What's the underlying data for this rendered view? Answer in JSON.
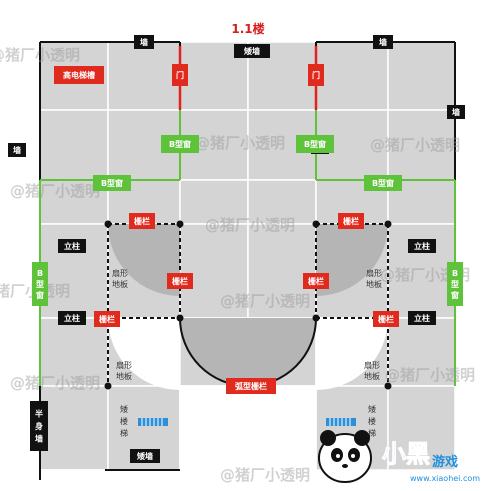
{
  "title": "1.1楼",
  "colors": {
    "floor": "#d4d4d4",
    "floor_light": "#ececec",
    "grid": "#ffffff",
    "dark_wall": "#111111",
    "green_wall": "#5ec33b",
    "red_wall": "#e02222",
    "sector": "#b0b0b0",
    "title_red": "#d81e1e",
    "black_tag": "#111111",
    "red_tag": "#e12a1e",
    "green_tag": "#5ec33b",
    "stair_blue": "#2f8fd6"
  },
  "labels": {
    "wall": "墙",
    "short_wall": "矮墙",
    "elevator": "高电梯槽",
    "door": "门",
    "b_window": "B型窗",
    "b_window_vertical": "B型窗",
    "pillar": "立柱",
    "railing": "栅栏",
    "fan_floor": "扇形\n地板",
    "arc_railing": "弧型栅栏",
    "half_wall": "半身墙",
    "short_stair": "矮楼梯"
  },
  "watermark": "@猪厂小透明",
  "logo": {
    "text": "小黑游戏",
    "url": "www.xiaohei.com"
  }
}
